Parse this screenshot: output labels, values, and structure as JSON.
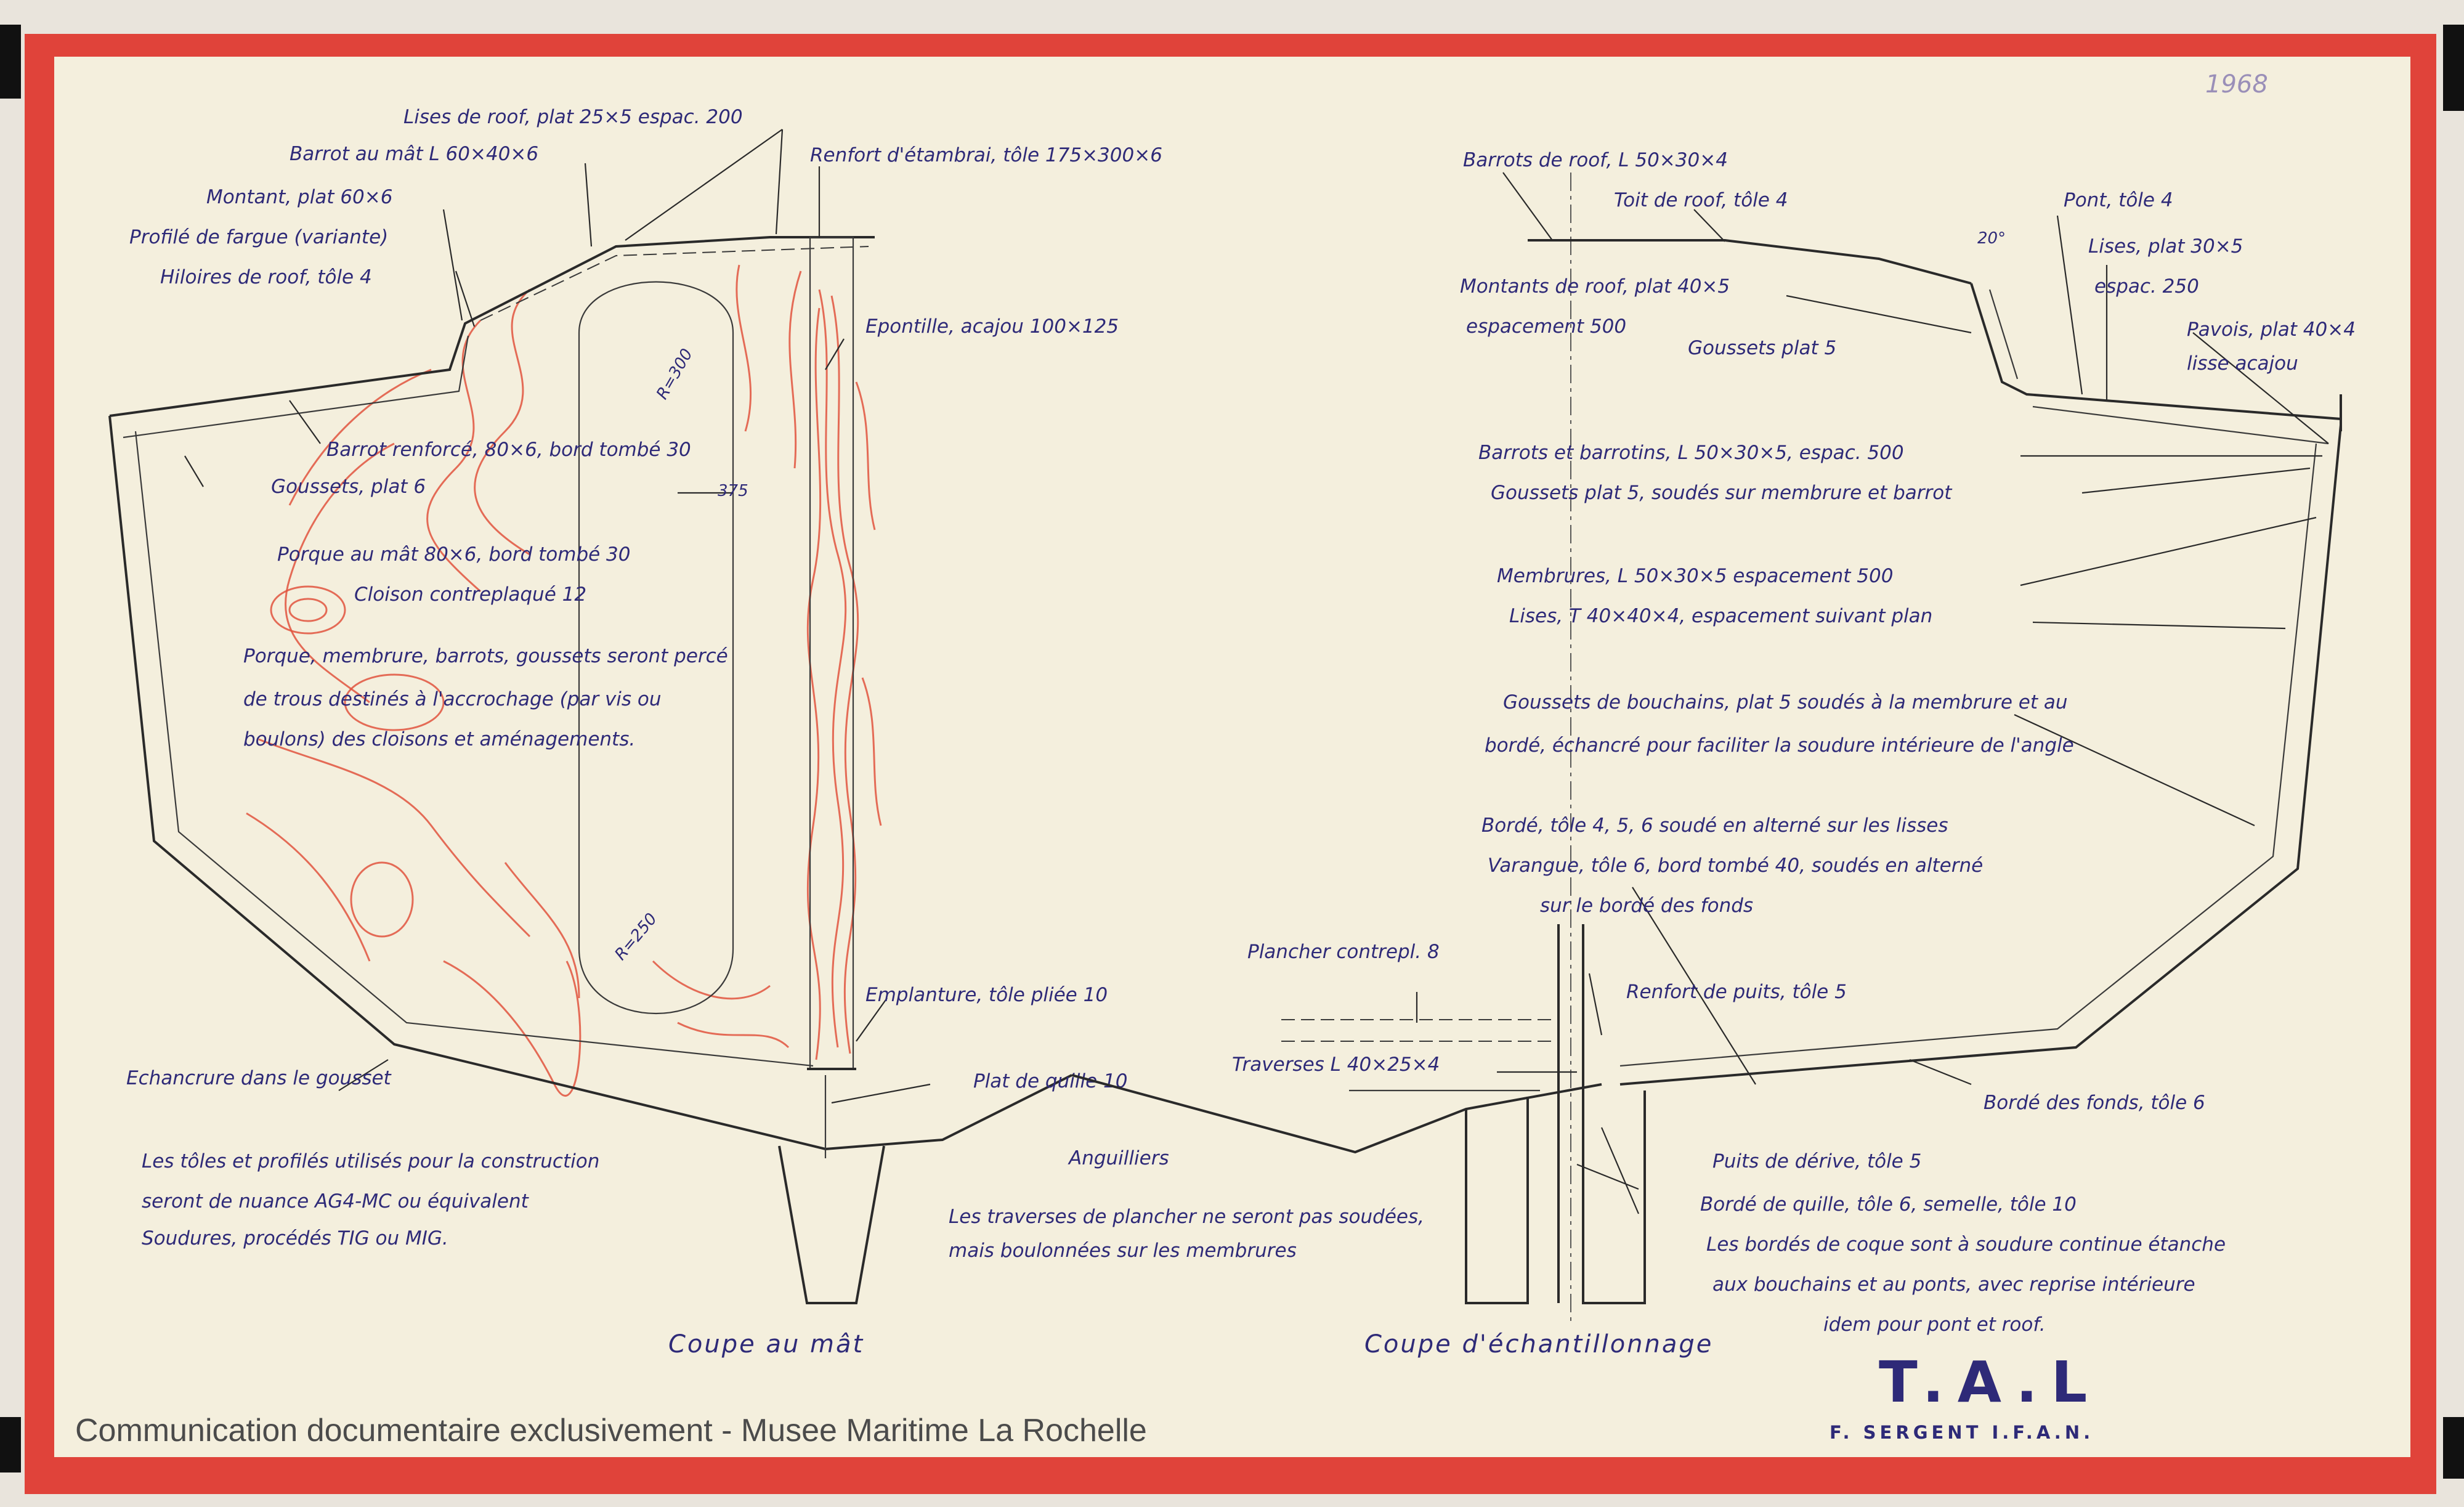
{
  "sheet": {
    "year": "1968",
    "title": "T.A.L",
    "signature": "F. SERGENT I.F.A.N.",
    "frame_color": "#e0433a",
    "paper_color": "#f4efdd",
    "ink_color": "#2e2a78"
  },
  "sections": {
    "left_title": "Coupe au mât",
    "right_title": "Coupe d'échantillonnage"
  },
  "labels_left": [
    "Lises de roof, plat 25×5 espac. 200",
    "Barrot au mât L 60×40×6",
    "Renfort d'étambrai, tôle 175×300×6",
    "Montant, plat 60×6",
    "Profilé de fargue (variante)",
    "Hiloires de roof, tôle 4",
    "Epontille, acajou 100×125",
    "Barrot renforcé, 80×6, bord tombé 30",
    "Goussets, plat 6",
    "Porque au mât 80×6, bord tombé 30",
    "Cloison contreplaqué 12",
    "Porque, membrure, barrots, goussets seront percé",
    "de trous destinés à l'accrochage (par vis ou",
    "boulons) des cloisons et aménagements.",
    "Emplanture, tôle pliée 10",
    "Plat de quille 10",
    "Echancrure dans le gousset",
    "Les tôles et profilés utilisés pour la construction",
    "seront de nuance AG4-MC ou équivalent",
    "Soudures, procédés TIG ou MIG."
  ],
  "dims": [
    "R=300",
    "375",
    "R=250"
  ],
  "labels_center": [
    "Anguilliers",
    "Les traverses de plancher ne seront pas soudées,",
    "mais boulonnées sur les membrures",
    "Plancher contrepl. 8",
    "Traverses L 40×25×4"
  ],
  "labels_right": [
    "Barrots de roof, L 50×30×4",
    "Toit de roof, tôle 4",
    "Pont, tôle 4",
    "Lises, plat 30×5",
    "espac. 250",
    "Montants de roof, plat 40×5",
    "espacement 500",
    "Goussets plat 5",
    "Pavois, plat 40×4",
    "lisse acajou",
    "Barrots et barrotins, L 50×30×5, espac. 500",
    "Goussets plat 5, soudés sur membrure et barrot",
    "Membrures, L 50×30×5 espacement 500",
    "Lises, T 40×40×4, espacement suivant plan",
    "Goussets de bouchains, plat 5 soudés à la membrure et au",
    "bordé, échancré pour faciliter la soudure intérieure de l'angle",
    "Bordé, tôle 4, 5, 6 soudé en alterné sur les lisses",
    "Varangue, tôle 6, bord tombé 40, soudés en alterné",
    "sur le bordé des fonds",
    "Renfort de puits, tôle 5",
    "Bordé des fonds, tôle 6",
    "Puits de dérive, tôle 5",
    "Bordé de quille, tôle 6, semelle, tôle 10",
    "Les bordés de coque sont à soudure continue étanche",
    "aux bouchains et au ponts, avec reprise intérieure",
    "idem pour pont et roof."
  ],
  "angle": "20°",
  "watermark": "Communication documentaire exclusivement - Musee Maritime La Rochelle"
}
